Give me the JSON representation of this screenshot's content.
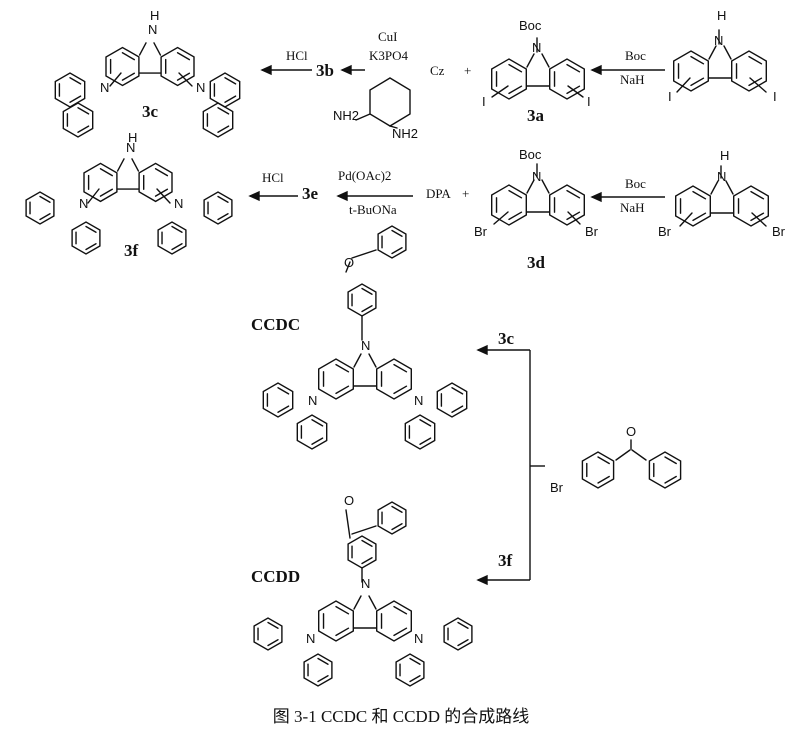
{
  "caption": "图 3-1 CCDC 和 CCDD 的合成路线",
  "compounds": {
    "3a": "3a",
    "3b": "3b",
    "3c": "3c",
    "3d": "3d",
    "3e": "3e",
    "3f": "3f",
    "ccdc": "CCDC",
    "ccdd": "CCDD"
  },
  "reagents": {
    "boc": "Boc",
    "nah": "NaH",
    "cz": "Cz",
    "plus": "+",
    "cui": "CuI",
    "k3po4": "K3PO4",
    "hcl": "HCl",
    "dpa": "DPA",
    "pdoac": "Pd(OAc)2",
    "tbuona": "t-BuONa"
  },
  "atoms": {
    "n": "N",
    "nh": "H",
    "boc": "Boc",
    "i": "I",
    "br": "Br",
    "o": "O",
    "nh2": "NH2"
  },
  "colors": {
    "ink": "#111111",
    "background": "#ffffff"
  }
}
